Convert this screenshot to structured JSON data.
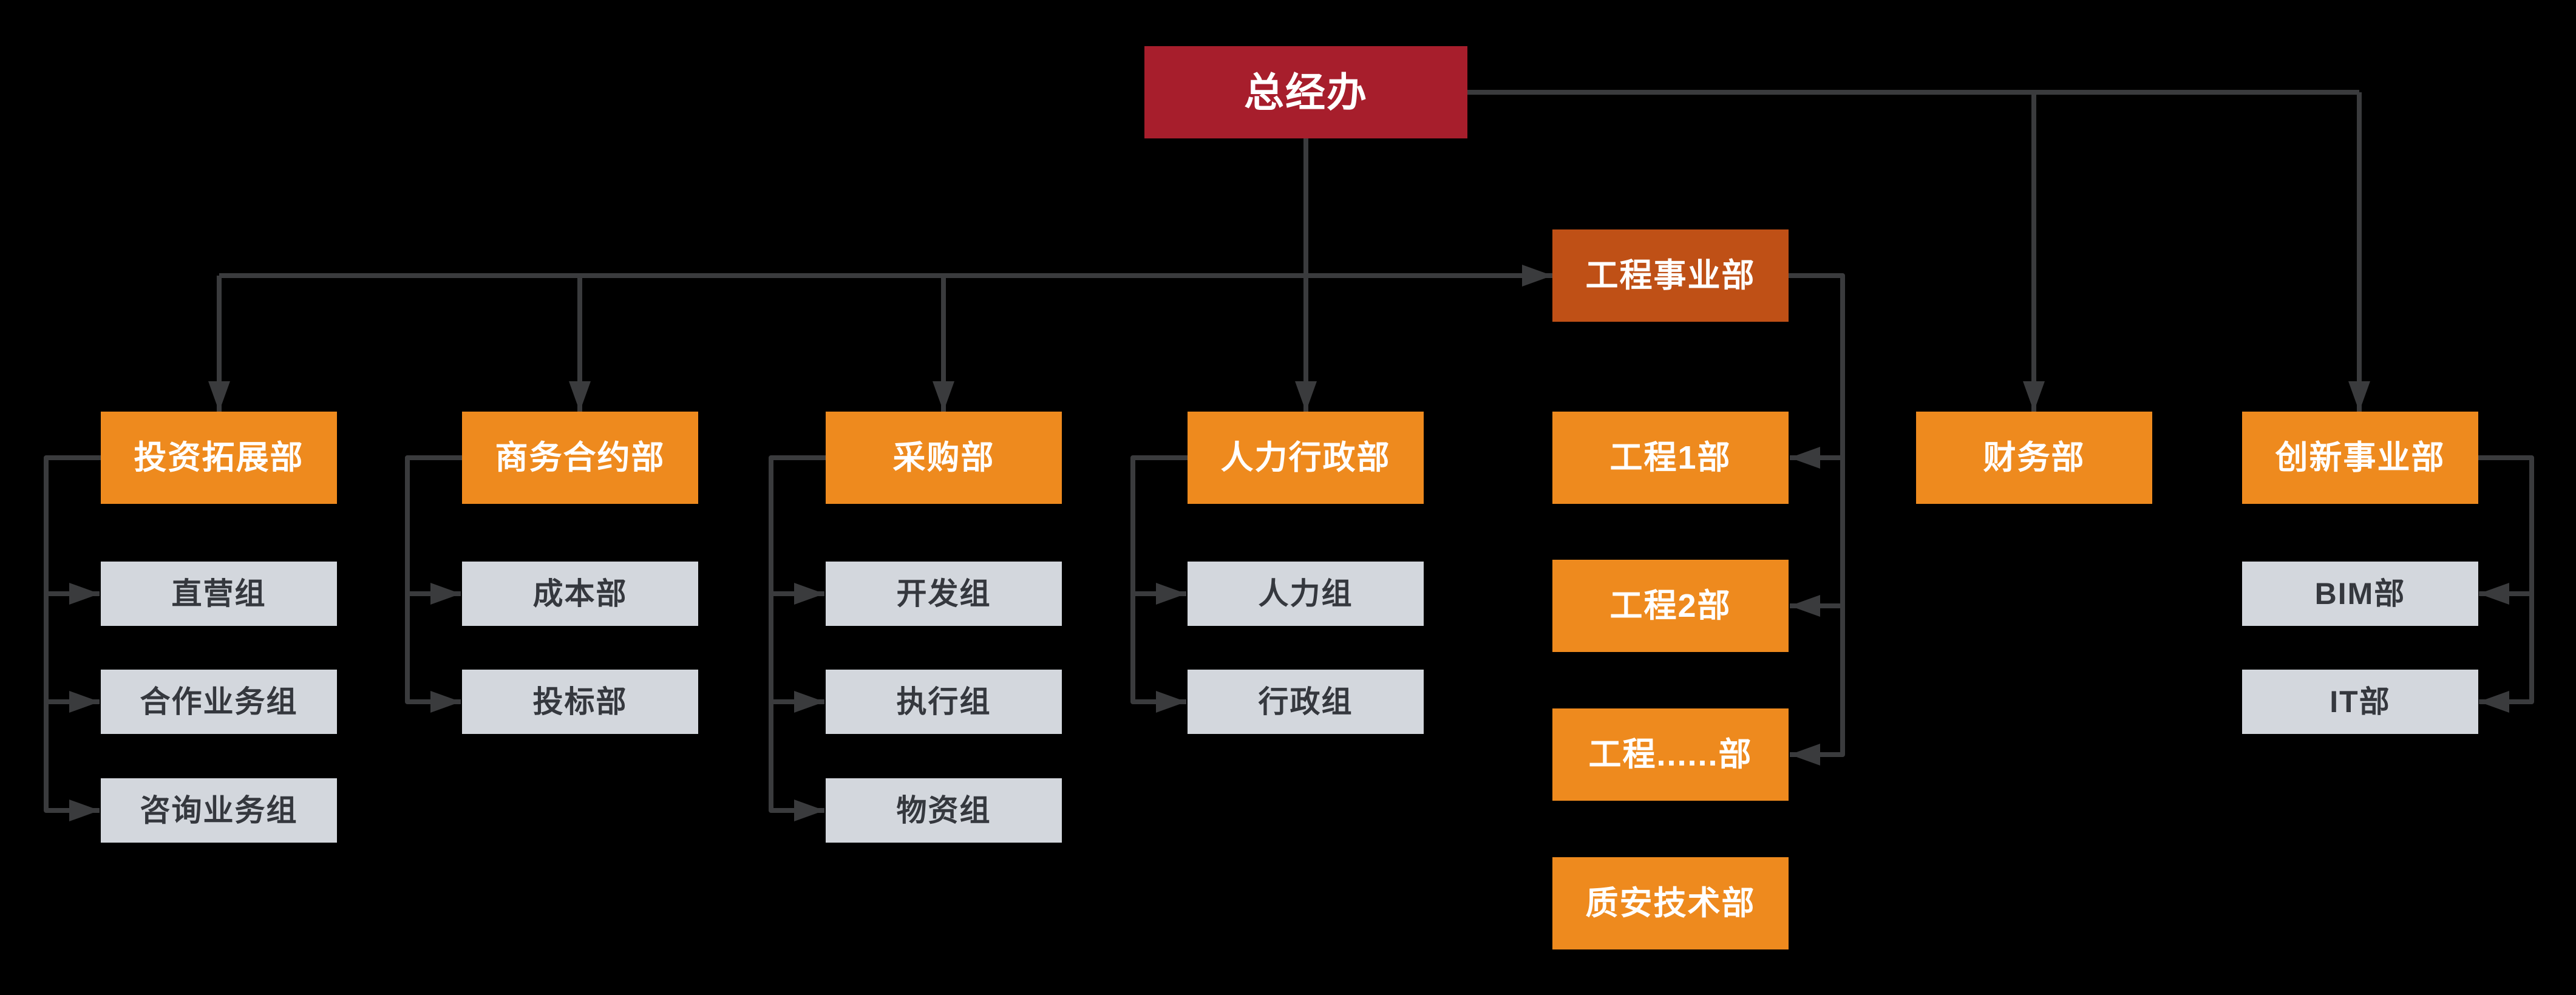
{
  "palette": {
    "background": "#000000",
    "root-red": "#A71E2C",
    "division-orange": "#BF5016",
    "dept-orange": "#EE8A1E",
    "team-gray": "#D3D7DD",
    "team-text": "#35383E",
    "node-text": "#FFFFFF",
    "connector": "#3A3B3D"
  },
  "nodes": {
    "root": "总经办",
    "engineering_division": "工程事业部",
    "investment": "投资拓展部",
    "direct_group": "直营组",
    "partnership_group": "合作业务组",
    "consulting_group": "咨询业务组",
    "commerce": "商务合约部",
    "cost": "成本部",
    "bidding": "投标部",
    "procurement": "采购部",
    "development_group": "开发组",
    "execution_group": "执行组",
    "materials_group": "物资组",
    "hr_admin": "人力行政部",
    "hr_group": "人力组",
    "admin_group": "行政组",
    "eng1": "工程1部",
    "eng2": "工程2部",
    "engN": "工程......部",
    "qa_tech": "质安技术部",
    "finance": "财务部",
    "innovation": "创新事业部",
    "bim": "BIM部",
    "it": "IT部"
  }
}
